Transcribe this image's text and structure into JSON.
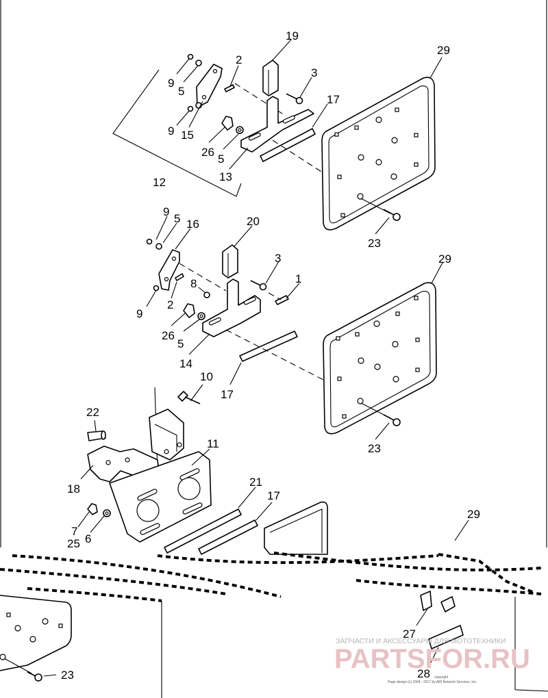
{
  "diagram": {
    "callouts": {
      "c19": "19",
      "c2a": "2",
      "c3a": "3",
      "c9a": "9",
      "c5a": "5",
      "c9b": "9",
      "c15": "15",
      "c26a": "26",
      "c5b": "5",
      "c17a": "17",
      "c29a": "29",
      "c12": "12",
      "c13": "13",
      "c23a": "23",
      "c9c": "9",
      "c5c": "5",
      "c16": "16",
      "c20": "20",
      "c3b": "3",
      "c1": "1",
      "c8": "8",
      "c9d": "9",
      "c2b": "2",
      "c26b": "26",
      "c5d": "5",
      "c14": "14",
      "c29b": "29",
      "c17b": "17",
      "c23b": "23",
      "c10": "10",
      "c22": "22",
      "c11": "11",
      "c18": "18",
      "c21": "21",
      "c17c": "17",
      "c29c": "29",
      "c7": "7",
      "c25": "25",
      "c6": "6",
      "c27": "27",
      "c28": "28",
      "c23c": "23"
    }
  },
  "watermark": {
    "small_text": "ЗАПЧАСТИ И АКСЕССУАРЫ ДЛЯ МОТОТЕХНИКИ",
    "large_text": "PARTSFOR.RU"
  },
  "copyright": {
    "line1": "copyright",
    "line2": "Page design (c) 2004 - 2017 by ARI Network Services, Inc."
  },
  "colors": {
    "line": "#000000",
    "background": "#ffffff",
    "watermark_gray": "#b4b4b4",
    "watermark_pink": "#e7c2c5"
  }
}
